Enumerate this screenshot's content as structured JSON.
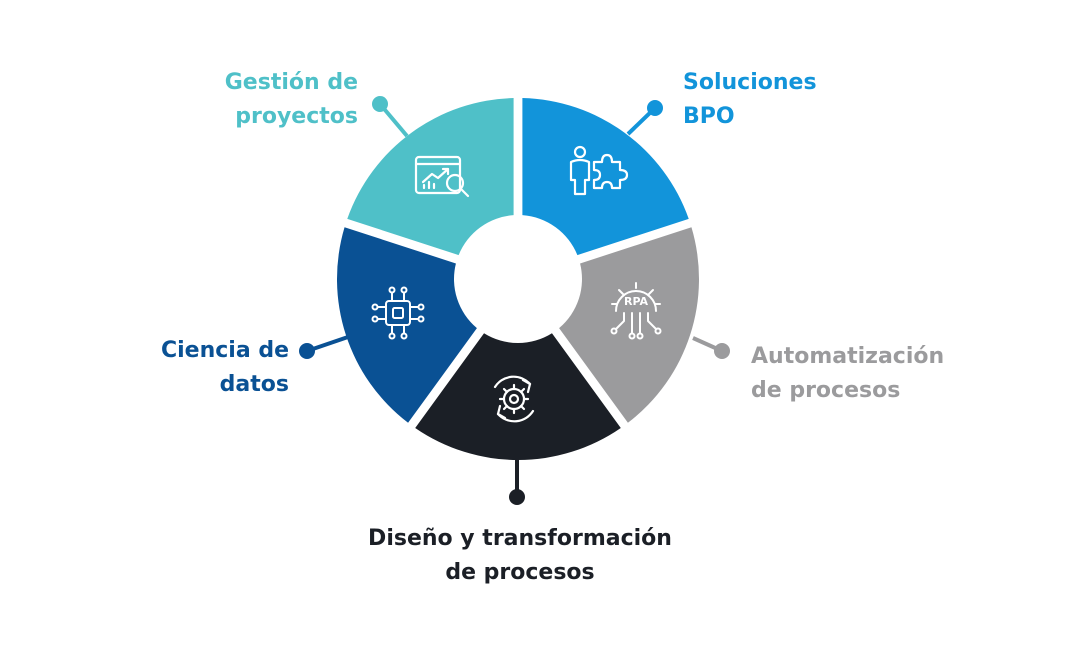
{
  "colors": {
    "gestion": "#4fc0c8",
    "bpo": "#1294da",
    "automatizacion": "#9b9b9d",
    "diseno": "#1b1f26",
    "ciencia": "#0a5194"
  },
  "segments": [
    {
      "key": "gestion",
      "icon": "analytics-chart-search-icon",
      "lines": [
        "Gestión de",
        "proyectos"
      ]
    },
    {
      "key": "bpo",
      "icon": "person-puzzle-icon",
      "lines": [
        "Soluciones",
        "BPO"
      ]
    },
    {
      "key": "automatizacion",
      "icon": "rpa-gear-circuit-icon",
      "icon_text": "RPA",
      "lines": [
        "Automatización",
        "de procesos"
      ]
    },
    {
      "key": "diseno",
      "icon": "gear-cycle-icon",
      "lines": [
        "Diseño y transformación",
        "de procesos"
      ]
    },
    {
      "key": "ciencia",
      "icon": "chip-circuit-icon",
      "lines": [
        "Ciencia de",
        "datos"
      ]
    }
  ]
}
